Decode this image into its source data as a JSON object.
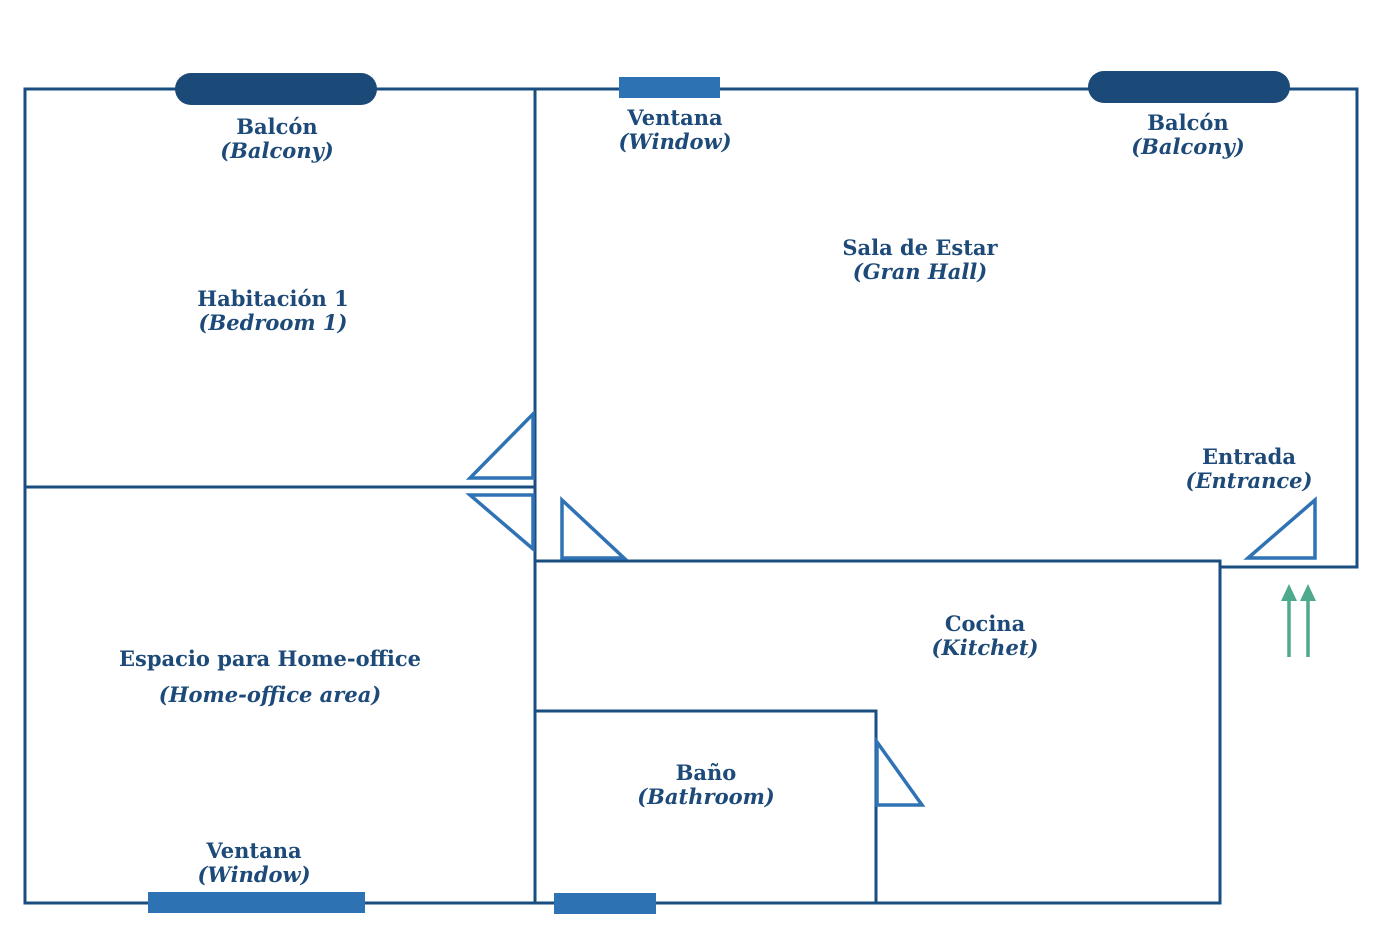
{
  "rooms": {
    "bedroom": {
      "name": "Habitación 1",
      "name_en": "(Bedroom 1)"
    },
    "living": {
      "name": "Sala de Estar",
      "name_en": "(Gran Hall)"
    },
    "office": {
      "name": "Espacio para Home-office",
      "name_en": "(Home-office area)"
    },
    "kitchen": {
      "name": "Cocina",
      "name_en": "(Kitchet)"
    },
    "bathroom": {
      "name": "Baño",
      "name_en": "(Bathroom)"
    },
    "entrance": {
      "name": "Entrada",
      "name_en": "(Entrance)"
    }
  },
  "features": {
    "balcony_left": {
      "name": "Balcón",
      "name_en": "(Balcony)"
    },
    "balcony_right": {
      "name": "Balcón",
      "name_en": "(Balcony)"
    },
    "window_top": {
      "name": "Ventana",
      "name_en": "(Window)"
    },
    "window_bottom": {
      "name": "Ventana",
      "name_en": "(Window)"
    }
  },
  "colors": {
    "wall": "#1b4e80",
    "door": "#2f73b5",
    "window": "#2d72b3",
    "balcony": "#1b4a78",
    "text": "#1d4a78",
    "entrance_arrow": "#4ea98d"
  }
}
